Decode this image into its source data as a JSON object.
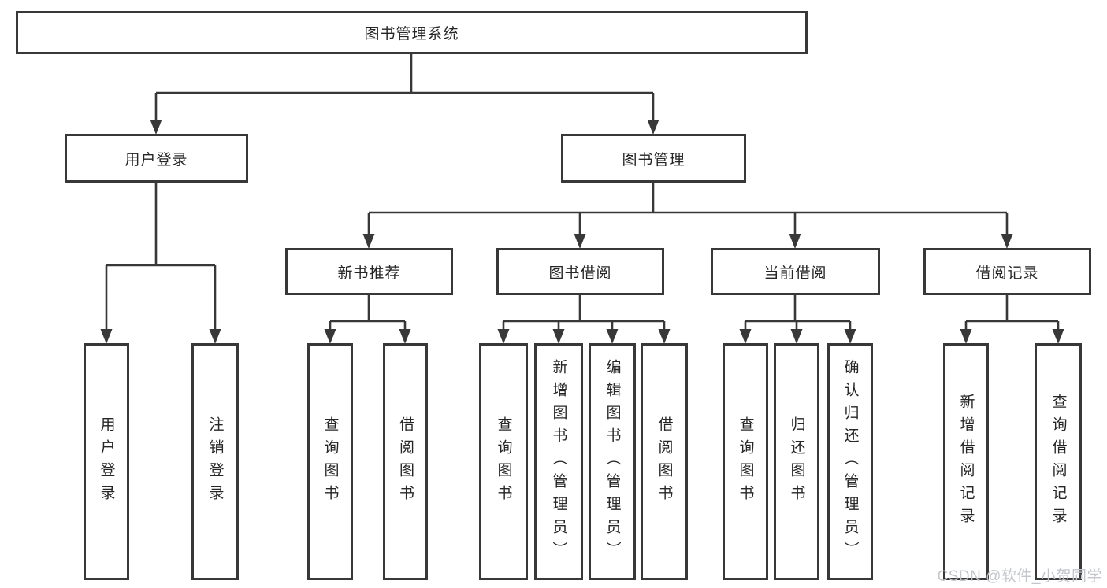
{
  "tree": {
    "root": "图书管理系统",
    "children": [
      {
        "label": "用户登录",
        "children": [
          "用户登录",
          "注销登录"
        ]
      },
      {
        "label": "图书管理",
        "children": [
          {
            "label": "新书推荐",
            "children": [
              "查询图书",
              "借阅图书"
            ]
          },
          {
            "label": "图书借阅",
            "children": [
              "查询图书",
              "新增图书（管理员）",
              "编辑图书（管理员）",
              "借阅图书"
            ]
          },
          {
            "label": "当前借阅",
            "children": [
              "查询图书",
              "归还图书",
              "确认归还（管理员）"
            ]
          },
          {
            "label": "借阅记录",
            "children": [
              "新增借阅记录",
              "查询借阅记录"
            ]
          }
        ]
      }
    ]
  },
  "watermark": "CSDN @软件_小贺同学",
  "colors": {
    "line": "#383838",
    "text": "#262626",
    "watermark": "#c3c6cb",
    "background": "#ffffff"
  }
}
